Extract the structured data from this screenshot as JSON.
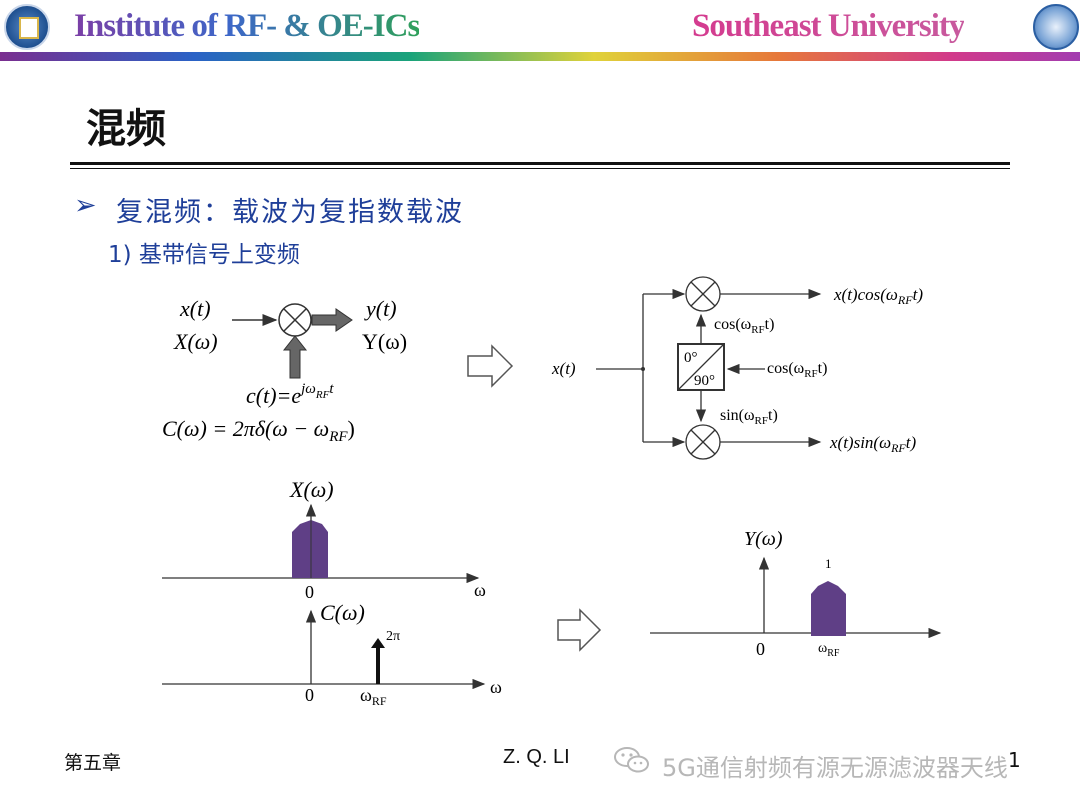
{
  "header": {
    "left_title": "Institute of RF- & OE-ICs",
    "right_title": "Southeast University"
  },
  "slide": {
    "title": "混频",
    "bullet": "复混频：载波为复指数载波",
    "subheading": "1) 基带信号上变频"
  },
  "footer": {
    "chapter": "第五章",
    "author": "Z. Q. LI",
    "watermark": "5G通信射频有源无源滤波器天线",
    "page_number": "1"
  },
  "diagram_left": {
    "x_t": "x(t)",
    "X_w": "X(ω)",
    "y_t": "y(t)",
    "Y_w": "Y(ω)",
    "c_t": "c(t)=e",
    "c_exp": "jω",
    "c_exp_sub": "RF",
    "c_exp_t": "t",
    "C_w_eq": "C(ω)  =  2πδ(ω − ω",
    "C_w_sub": "RF",
    ")": ")"
  },
  "diagram_right": {
    "input": "x(t)",
    "out_top": "x(t)cos(ω",
    "out_top_sub": "RF",
    "out_top_end": "t)",
    "out_bot": "x(t)sin(ω",
    "out_bot_sub": "RF",
    "out_bot_end": "t)",
    "cos_label": "cos(ω",
    "cos_sub": "RF",
    "cos_end": "t)",
    "lo_label": "cos(ω",
    "lo_sub": "RF",
    "lo_end": "t)",
    "sin_label": "sin(ω",
    "sin_sub": "RF",
    "sin_end": "t)",
    "phase_0": "0°",
    "phase_90": "90°"
  },
  "spectra": {
    "X_label": "X(ω)",
    "C_label": "C(ω)",
    "Y_label": "Y(ω)",
    "zero": "0",
    "omega": "ω",
    "impulse_weight": "2π",
    "w_rf": "ω",
    "w_rf_sub": "RF",
    "y_peak": "1"
  },
  "colors": {
    "spectrum_fill": "#5f3f86",
    "heading_blue": "#1f3f99"
  }
}
